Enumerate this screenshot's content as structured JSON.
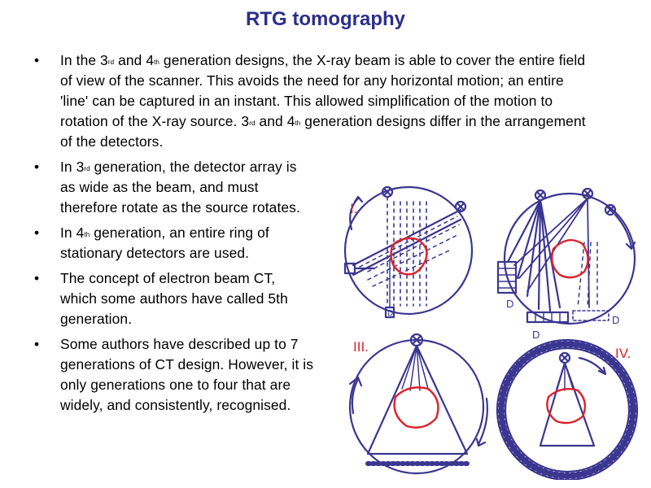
{
  "slide": {
    "title": "RTG tomography",
    "bullets": [
      {
        "parts": [
          "In the 3",
          "rd",
          " and 4",
          "th",
          " generation designs, the X-ray beam is able to cover the entire field of view of the scanner. This avoids the need for any horizontal motion; an entire 'line' can be captured in an instant. This allowed simplification of the motion to rotation of the X-ray source. 3",
          "rd",
          " and 4",
          "th",
          " generation designs differ in the arrangement of the detectors."
        ]
      },
      {
        "parts": [
          "In 3",
          "rd",
          " generation, the detector array is as wide as the beam, and must therefore rotate as the source rotates."
        ]
      },
      {
        "parts": [
          "In 4",
          "th",
          " generation, an entire ring of stationary detectors are used."
        ]
      },
      {
        "parts": [
          "The concept of electron beam CT, which some authors have called 5th generation."
        ]
      },
      {
        "parts": [
          "Some authors have described up to 7 generations of CT design. However, it is only generations one to four that are widely, and consistently, recognised."
        ]
      }
    ],
    "bullet_symbol": "•"
  },
  "diagram": {
    "labels": {
      "gen1": "I.",
      "gen3": "III.",
      "gen4": "IV.",
      "detector_d1": "D",
      "detector_d2": "D",
      "detector_d3": "D",
      "detector_d4": "D"
    },
    "colors": {
      "ink": "#3b3690",
      "object": "#e0202a",
      "label": "#e0202a"
    }
  }
}
